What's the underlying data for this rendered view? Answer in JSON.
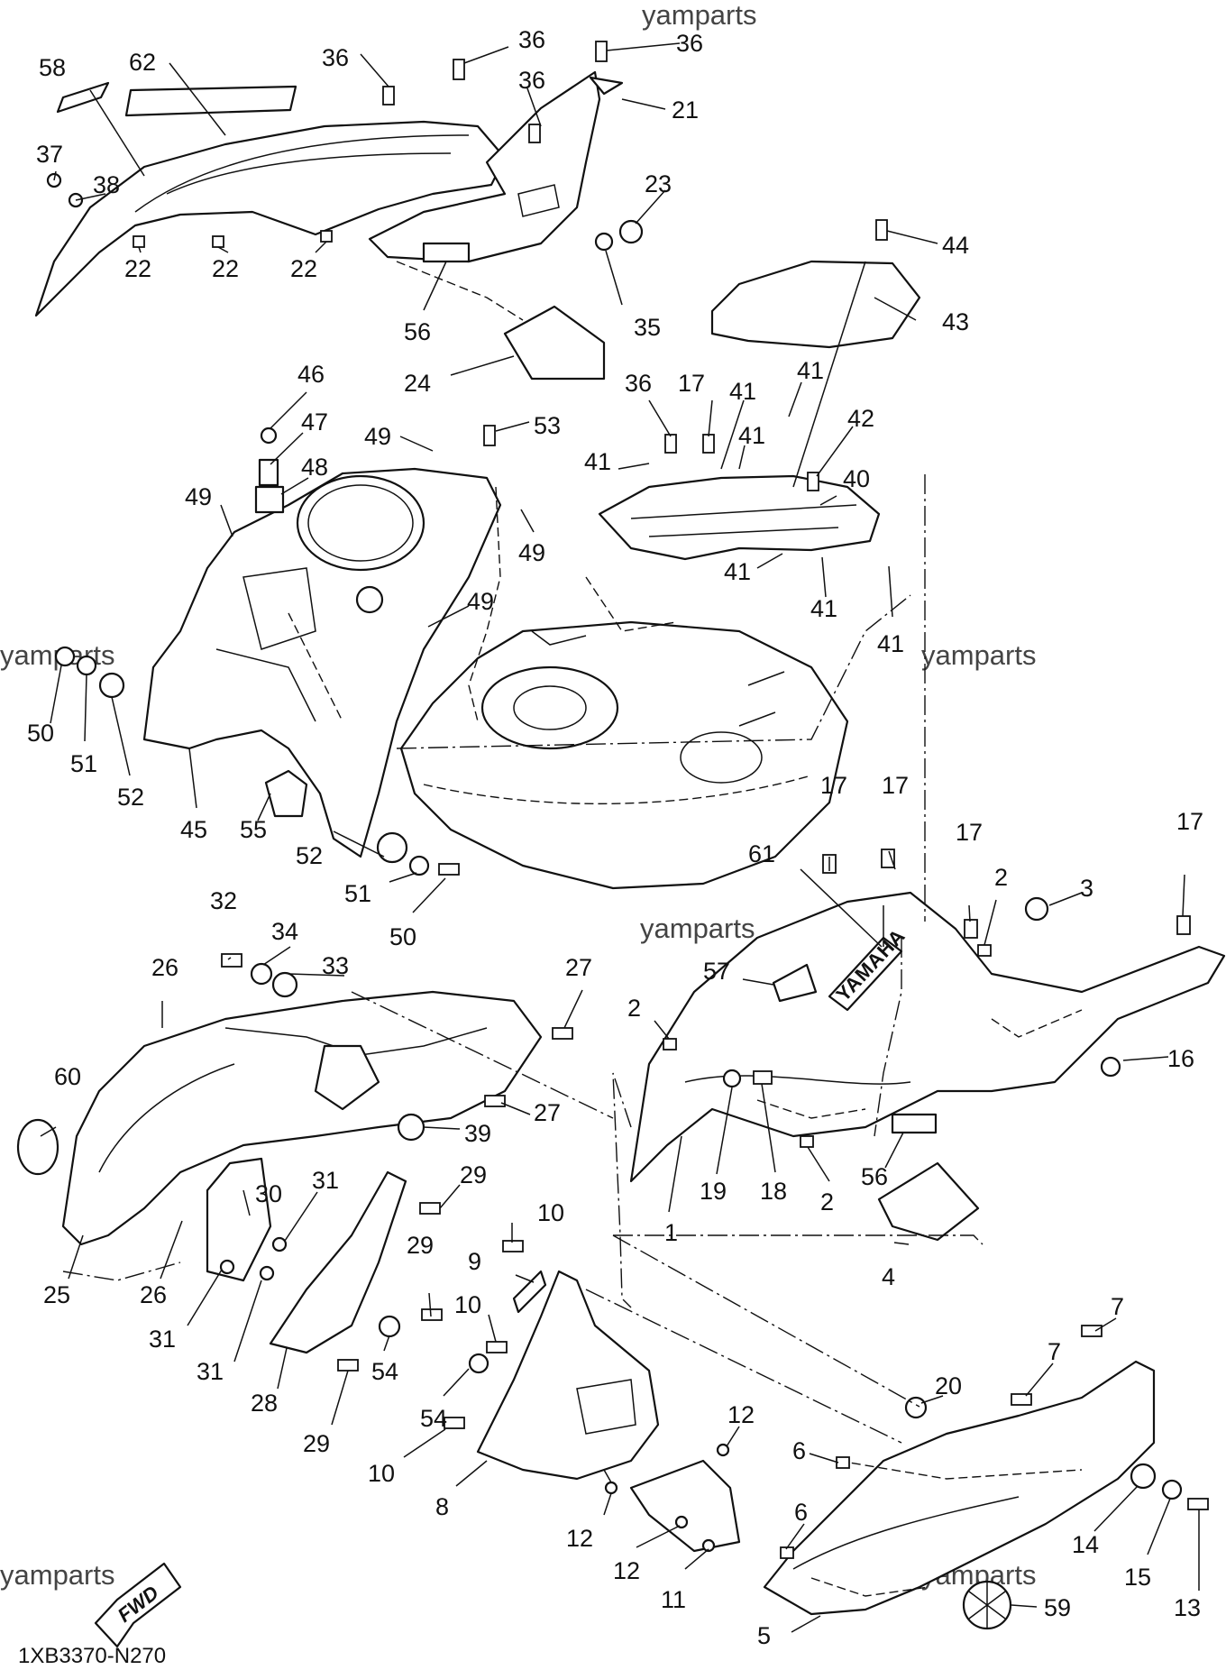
{
  "watermark": "yamparts",
  "diagram_code": "1XB3370-N270",
  "fwd_label": "FWD",
  "brand_label": "YAMAHA",
  "callouts": {
    "c58": "58",
    "c62": "62",
    "c36a": "36",
    "c36b": "36",
    "c36c": "36",
    "c36d": "36",
    "c21": "21",
    "c37": "37",
    "c38": "38",
    "c23": "23",
    "c22a": "22",
    "c22b": "22",
    "c22c": "22",
    "c44": "44",
    "c56a": "56",
    "c35": "35",
    "c43": "43",
    "c24": "24",
    "c46": "46",
    "c47": "47",
    "c48": "48",
    "c49a": "49",
    "c53": "53",
    "c49b": "49",
    "c49c": "49",
    "c49d": "49",
    "c36e": "36",
    "c17a": "17",
    "c41a": "41",
    "c41b": "41",
    "c41c": "41",
    "c41d": "41",
    "c41e": "41",
    "c41f": "41",
    "c41g": "41",
    "c42": "42",
    "c40": "40",
    "c50a": "50",
    "c51a": "51",
    "c52a": "52",
    "c45": "45",
    "c55": "55",
    "c52b": "52",
    "c51b": "51",
    "c50b": "50",
    "c17b": "17",
    "c17c": "17",
    "c17d": "17",
    "c17e": "17",
    "c61": "61",
    "c2a": "2",
    "c3": "3",
    "c32": "32",
    "c34": "34",
    "c33": "33",
    "c26a": "26",
    "c27a": "27",
    "c57": "57",
    "c2b": "2",
    "c16": "16",
    "c60": "60",
    "c27b": "27",
    "c39": "39",
    "c30": "30",
    "c31a": "31",
    "c29a": "29",
    "c19": "19",
    "c18": "18",
    "c2c": "2",
    "c56b": "56",
    "c1": "1",
    "c4": "4",
    "c25": "25",
    "c26b": "26",
    "c31b": "31",
    "c31c": "31",
    "c29b": "29",
    "c10a": "10",
    "c9": "9",
    "c10b": "10",
    "c28": "28",
    "c54a": "54",
    "c54b": "54",
    "c29c": "29",
    "c10c": "10",
    "c8": "8",
    "c7a": "7",
    "c7b": "7",
    "c20": "20",
    "c12a": "12",
    "c6a": "6",
    "c12b": "12",
    "c6b": "6",
    "c12c": "12",
    "c11": "11",
    "c14": "14",
    "c15": "15",
    "c13": "13",
    "c59": "59",
    "c5": "5"
  }
}
